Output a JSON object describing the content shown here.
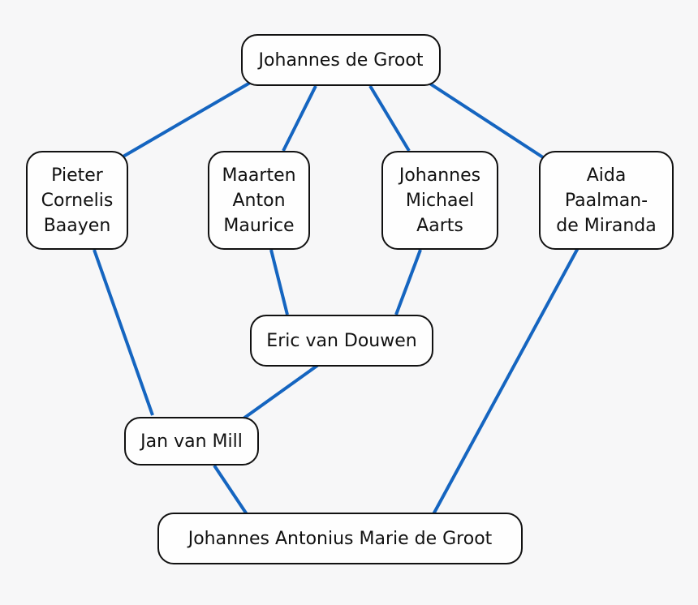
{
  "colors": {
    "background": "#f7f7f8",
    "edge": "#1565c0",
    "node_border": "#111111",
    "node_fill": "#fefefe"
  },
  "nodes": {
    "root": {
      "label": "Johannes de Groot"
    },
    "baayen": {
      "label": "Pieter\nCornelis\nBaayen"
    },
    "maurice": {
      "label": "Maarten\nAnton\nMaurice"
    },
    "aarts": {
      "label": "Johannes\nMichael\nAarts"
    },
    "paalman": {
      "label": "Aida\nPaalman-\nde Miranda"
    },
    "douwen": {
      "label": "Eric van Douwen"
    },
    "mill": {
      "label": "Jan van Mill"
    },
    "jamdg": {
      "label": "Johannes Antonius Marie de Groot"
    }
  },
  "edges": [
    {
      "from": "root",
      "to": "baayen"
    },
    {
      "from": "root",
      "to": "maurice"
    },
    {
      "from": "root",
      "to": "aarts"
    },
    {
      "from": "root",
      "to": "paalman"
    },
    {
      "from": "baayen",
      "to": "mill"
    },
    {
      "from": "maurice",
      "to": "douwen"
    },
    {
      "from": "aarts",
      "to": "douwen"
    },
    {
      "from": "douwen",
      "to": "mill"
    },
    {
      "from": "mill",
      "to": "jamdg"
    },
    {
      "from": "paalman",
      "to": "jamdg"
    }
  ]
}
